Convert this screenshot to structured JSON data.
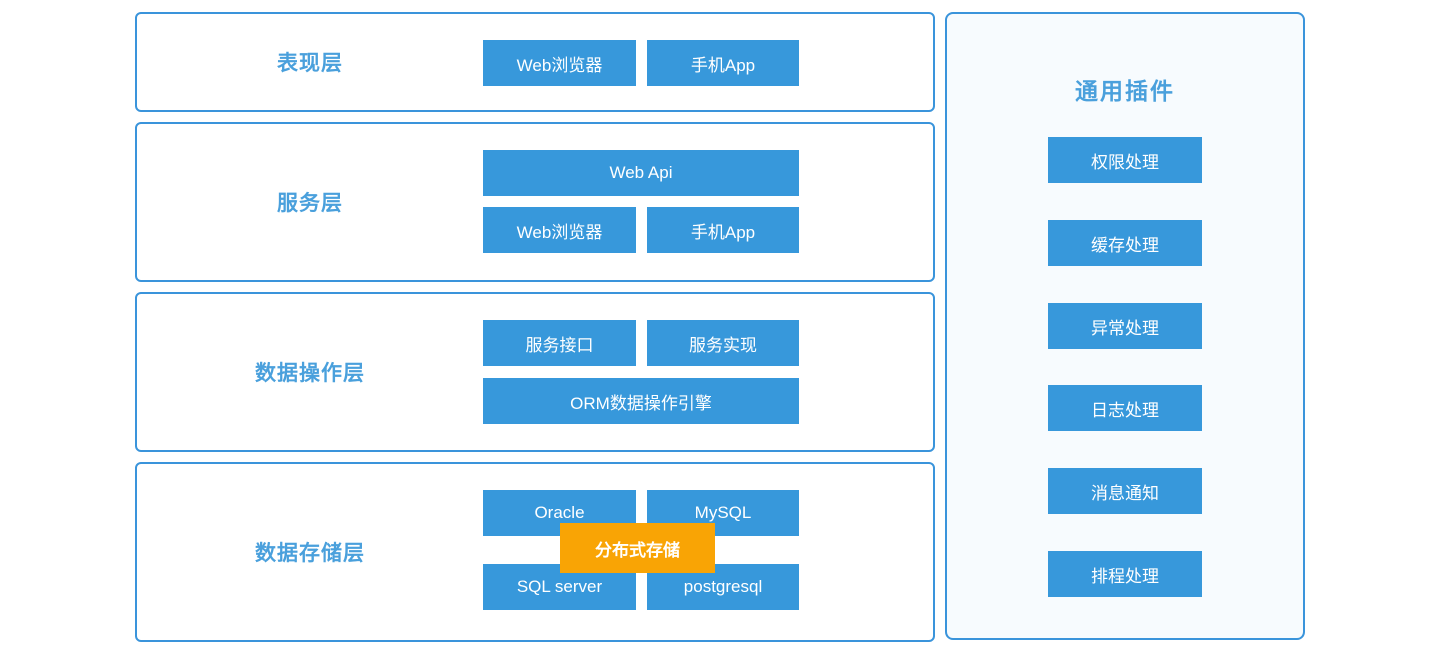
{
  "layers": [
    {
      "label": "表现层",
      "rows": [
        {
          "buttons": [
            {
              "text": "Web浏览器"
            },
            {
              "text": "手机App"
            }
          ]
        }
      ]
    },
    {
      "label": "服务层",
      "rows": [
        {
          "buttons": [
            {
              "text": "Web Api"
            }
          ]
        },
        {
          "buttons": [
            {
              "text": "Web浏览器"
            },
            {
              "text": "手机App"
            }
          ]
        }
      ]
    },
    {
      "label": "数据操作层",
      "rows": [
        {
          "buttons": [
            {
              "text": "服务接口"
            },
            {
              "text": "服务实现"
            }
          ]
        },
        {
          "buttons": [
            {
              "text": "ORM数据操作引擎"
            }
          ]
        }
      ]
    },
    {
      "label": "数据存储层",
      "rows": [
        {
          "buttons": [
            {
              "text": "Oracle"
            },
            {
              "text": "MySQL"
            }
          ]
        },
        {
          "buttons": [
            {
              "text": "SQL server"
            },
            {
              "text": "postgresql"
            }
          ]
        }
      ],
      "overlay": "分布式存储"
    }
  ],
  "plugins_panel": {
    "title": "通用插件",
    "items": [
      {
        "text": "权限处理"
      },
      {
        "text": "缓存处理"
      },
      {
        "text": "异常处理"
      },
      {
        "text": "日志处理"
      },
      {
        "text": "消息通知"
      },
      {
        "text": "排程处理"
      }
    ]
  },
  "colors": {
    "node_blue": "#3798db",
    "node_orange": "#f9a405",
    "border_blue": "#3a94db",
    "label_blue": "#4aa0dc",
    "panel_bg": "#f7fbfe",
    "page_bg": "#ffffff"
  }
}
